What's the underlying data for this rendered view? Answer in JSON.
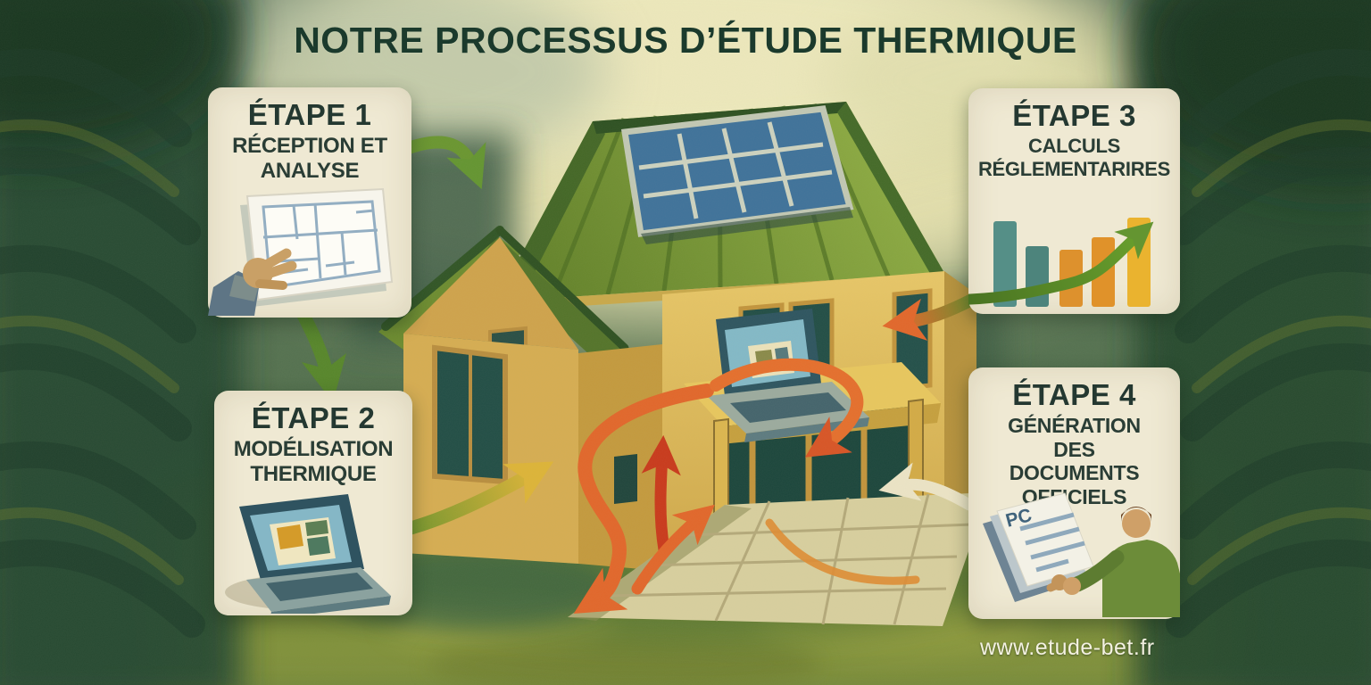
{
  "title": "NOTRE PROCESSUS D’ÉTUDE THERMIQUE",
  "steps": [
    {
      "label": "ÉTAPE 1",
      "description": "RÉCEPTION ET ANALYSE",
      "icon": "hand-holding-floor-plan-icon"
    },
    {
      "label": "ÉTAPE 2",
      "description": "MODÉLISATION THERMIQUE",
      "icon": "laptop-thermal-model-icon"
    },
    {
      "label": "ÉTAPE 3",
      "description": "CALCULS RÉGLEMENTARIRES",
      "icon": "bar-chart-growth-arrow-icon",
      "bar_chart": {
        "type": "bar",
        "relative_heights": [
          0.96,
          0.68,
          0.64,
          0.78,
          1.0
        ],
        "bar_colors": [
          "#558f87",
          "#4d847c",
          "#dd912d",
          "#e0922a",
          "#eab32f"
        ]
      }
    },
    {
      "label": "ÉTAPE 4",
      "description": "GÉNÉRATION DES DOCUMENTS OFFICIELS",
      "icon": "official-document-handshake-icon",
      "document_label": "PC"
    }
  ],
  "website": "www.etude-bet.fr",
  "scene": {
    "subject": "eco-house-with-solar-panels",
    "colors": {
      "title_green": "#1b3a2c",
      "card_cream": "#efe9d3",
      "card_text": "#243831",
      "roof_green": "#6b8a2f",
      "wall_yellow": "#dcba5f",
      "solar_blue": "#45799c",
      "arrow_green": "#5f9030",
      "arrow_orange": "#e2672b",
      "arrow_red": "#ca3a1c",
      "forest_dark_green": "#2c4f38",
      "url_white": "#f4f1e2"
    }
  }
}
